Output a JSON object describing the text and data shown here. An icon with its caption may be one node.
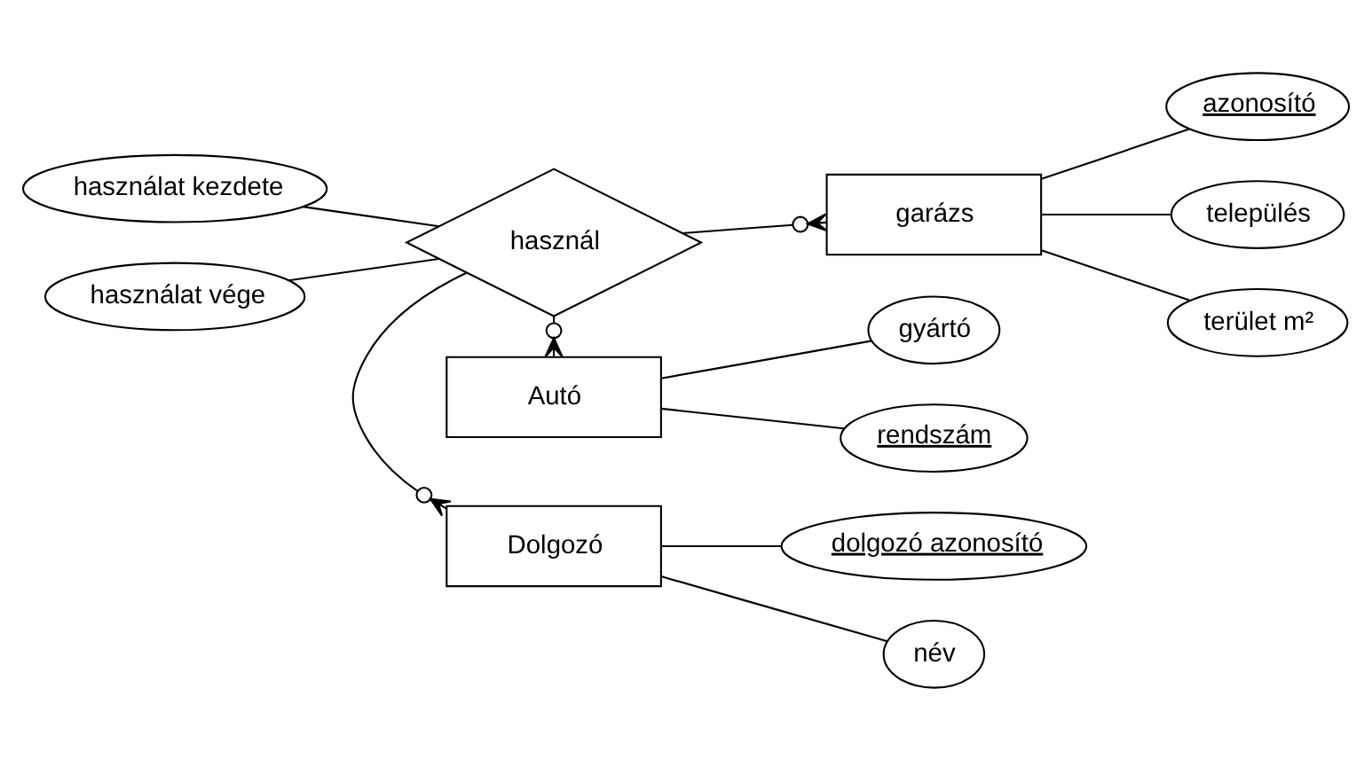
{
  "diagram": {
    "nodes": [
      {
        "text": [
          "Dolgozó"
        ]
      },
      {
        "text": [
          "dolgozó azonosító"
        ]
      },
      {
        "text": [
          "név"
        ]
      },
      {
        "text": [
          "használat kezdete"
        ]
      },
      {
        "text": [
          "használ"
        ]
      },
      {
        "text": [
          "használat vége"
        ]
      },
      {
        "text": [
          "garázs"
        ]
      },
      {
        "text": [
          "azonosító"
        ]
      },
      {
        "text": [
          "település"
        ]
      },
      {
        "text": [
          "terület m²"
        ]
      },
      {
        "text": [
          "Autó"
        ]
      },
      {
        "text": [
          "rendszám"
        ]
      },
      {
        "text": [
          "gyártó"
        ]
      }
    ],
    "edges": [
      {
        "from": 0,
        "to": 1,
        "arrow": "none"
      },
      {
        "from": 0,
        "to": 2,
        "arrow": "none"
      },
      {
        "from": 4,
        "to": 0,
        "arrow": "other"
      },
      {
        "from": 3,
        "to": 4,
        "arrow": "none"
      },
      {
        "from": 5,
        "to": 4,
        "arrow": "none"
      },
      {
        "from": 4,
        "to": 6,
        "arrow": "other"
      },
      {
        "from": 6,
        "to": 7,
        "arrow": "none"
      },
      {
        "from": 6,
        "to": 8,
        "arrow": "none"
      },
      {
        "from": 6,
        "to": 9,
        "arrow": "none"
      },
      {
        "from": 4,
        "to": 10,
        "arrow": "other"
      },
      {
        "from": 10,
        "to": 11,
        "arrow": "none"
      },
      {
        "from": 10,
        "to": 12,
        "arrow": "none"
      }
    ]
  }
}
